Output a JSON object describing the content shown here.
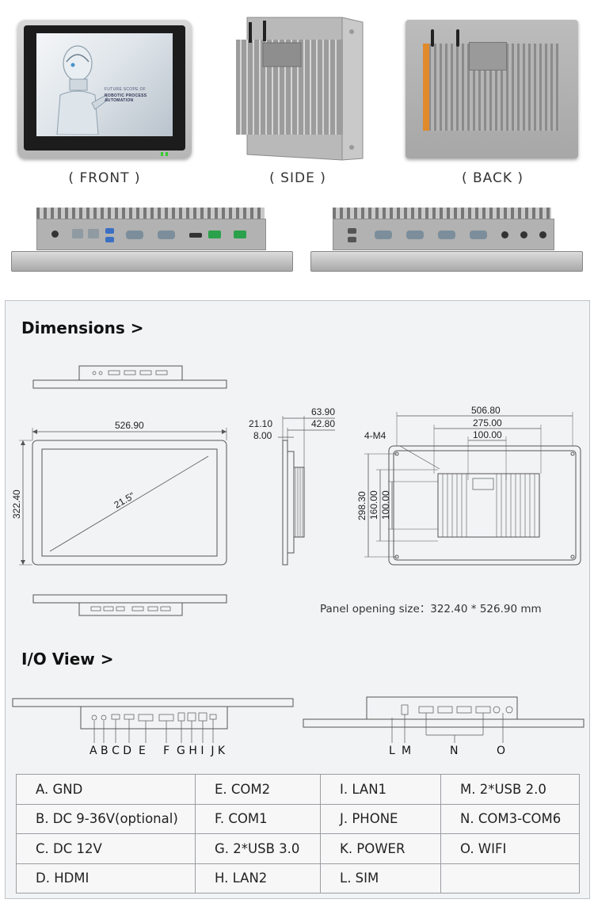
{
  "photos": {
    "front_caption": "( FRONT )",
    "side_caption": "( SIDE )",
    "back_caption": "( BACK )",
    "screen_text_line1": "FUTURE SCOPE OF",
    "screen_text_line2": "ROBOTIC PROCESS AUTOMATION"
  },
  "dimensions": {
    "heading": "Dimensions >",
    "front_width": "526.90",
    "front_height": "322.40",
    "diagonal": "21.5\"",
    "side_total": "63.90",
    "side_a": "21.10",
    "side_b": "42.80",
    "side_c": "8.00",
    "back_width": "506.80",
    "back_w2": "275.00",
    "back_w3": "100.00",
    "back_h1": "298.30",
    "back_h2": "160.00",
    "back_h3": "100.00",
    "mount_label": "4-M4",
    "panel_opening": "Panel opening size：322.40 * 526.90 mm"
  },
  "io_view": {
    "heading": "I/O View >",
    "letters_left": "A B C D  E     F  G H I  J K",
    "letters_right": [
      "L",
      "M",
      "N",
      "O"
    ]
  },
  "io_table": {
    "rows": [
      [
        "A. GND",
        "E. COM2",
        "I. LAN1",
        "M. 2*USB 2.0"
      ],
      [
        "B. DC 9-36V(optional)",
        "F. COM1",
        "J. PHONE",
        "N. COM3-COM6"
      ],
      [
        "C. DC 12V",
        "G. 2*USB 3.0",
        "K. POWER",
        "O. WIFI"
      ],
      [
        "D. HDMI",
        "H. LAN2",
        "L. SIM",
        ""
      ]
    ]
  },
  "colors": {
    "panel_bg": "#f2f3f5",
    "accent_orange": "#e08a2c",
    "usb_blue": "#3b6fc4",
    "terminal_green": "#2aa14a"
  }
}
